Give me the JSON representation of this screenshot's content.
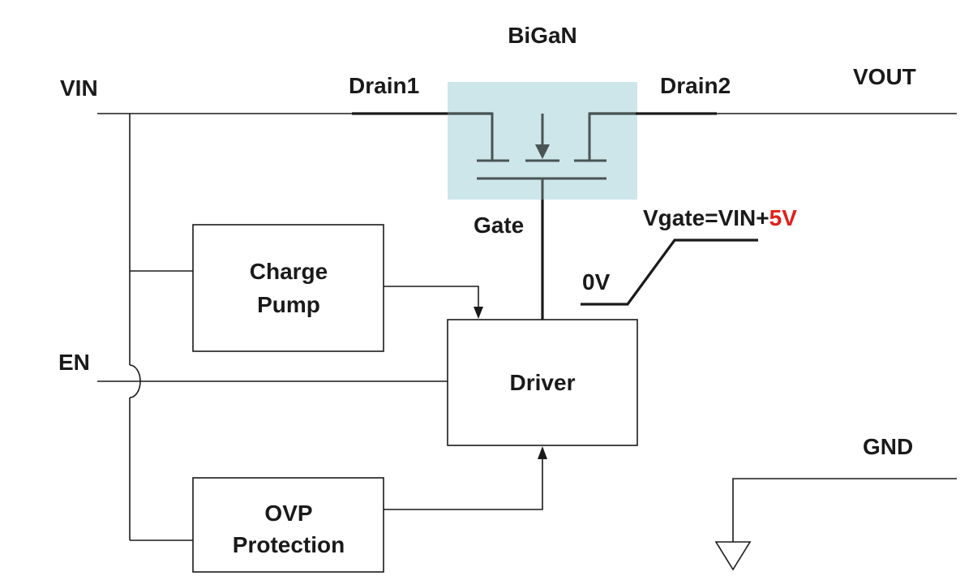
{
  "title": "BiGaN",
  "pins": {
    "vin": "VIN",
    "vout": "VOUT",
    "en": "EN",
    "gnd": "GND"
  },
  "transistor": {
    "drain1": "Drain1",
    "drain2": "Drain2",
    "gate": "Gate",
    "highlight_color": "#cde6ea"
  },
  "blocks": {
    "charge_pump": [
      "Charge",
      "Pump"
    ],
    "driver": "Driver",
    "ovp": [
      "OVP",
      "Protection"
    ]
  },
  "waveform": {
    "low_label": "0V",
    "high_label_prefix": "Vgate=VIN+",
    "high_label_emphasis": "5V",
    "emphasis_color": "#e0201b"
  }
}
